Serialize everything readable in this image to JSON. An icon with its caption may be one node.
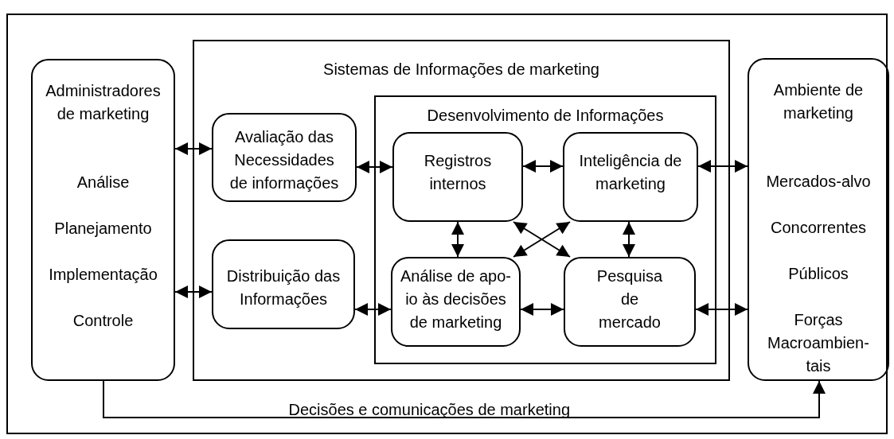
{
  "diagram": {
    "nodes": [
      {
        "text": [
          "Administradores de marketing",
          "Análise",
          "Planejamento",
          "Implementação",
          "Controle"
        ]
      },
      {
        "text": [
          "Sistemas de Informações de marketing"
        ]
      },
      {
        "text": [
          "Avaliação das Necessidades de informações"
        ],
        "in": 1
      },
      {
        "text": [
          "Distribuição das Informações"
        ],
        "in": 1
      },
      {
        "text": [
          "Desenvolvimento de Informações"
        ],
        "in": 1
      },
      {
        "text": [
          "Registros internos"
        ],
        "in": 4
      },
      {
        "text": [
          "Inteligência de marketing"
        ],
        "in": 4
      },
      {
        "text": [
          "Análise de apo- io às decisões de marketing"
        ],
        "in": 4
      },
      {
        "text": [
          "Pesquisa de mercado"
        ],
        "in": 4
      },
      {
        "text": [
          "Ambiente de marketing",
          "Mercados-alvo",
          "Concorrentes",
          "Públicos",
          "Forças Macroambien- tais"
        ]
      }
    ],
    "edges": [
      {
        "from": 0,
        "to": 2,
        "arrow": "both"
      },
      {
        "from": 0,
        "to": 3,
        "arrow": "both"
      },
      {
        "from": 2,
        "to": 5,
        "arrow": "both"
      },
      {
        "from": 3,
        "to": 7,
        "arrow": "both"
      },
      {
        "from": 5,
        "to": 6,
        "arrow": "both"
      },
      {
        "from": 5,
        "to": 7,
        "arrow": "both"
      },
      {
        "from": 6,
        "to": 8,
        "arrow": "both"
      },
      {
        "from": 5,
        "to": 8,
        "arrow": "both"
      },
      {
        "from": 6,
        "to": 7,
        "arrow": "both"
      },
      {
        "from": 7,
        "to": 8,
        "arrow": "both"
      },
      {
        "from": 6,
        "to": 9,
        "arrow": "both"
      },
      {
        "from": 8,
        "to": 9,
        "arrow": "both"
      },
      {
        "from": 0,
        "to": 9,
        "arrow": "to",
        "label": "Decisões e comunicações de marketing"
      }
    ]
  }
}
